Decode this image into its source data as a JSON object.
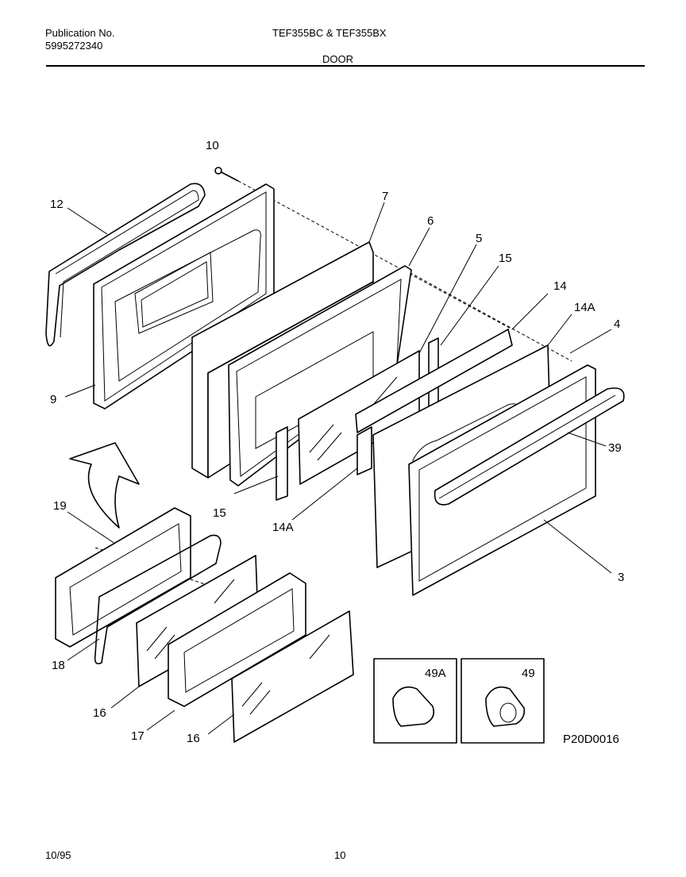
{
  "header": {
    "publication_label": "Publication No.",
    "publication_number": "5995272340",
    "model": "TEF355BC & TEF355BX",
    "section": "DOOR"
  },
  "callouts": {
    "c10": "10",
    "c12": "12",
    "c7": "7",
    "c6": "6",
    "c5": "5",
    "c15a": "15",
    "c14": "14",
    "c14a_top": "14A",
    "c4": "4",
    "c9": "9",
    "c39": "39",
    "c15b": "15",
    "c14a_mid": "14A",
    "c19": "19",
    "c3": "3",
    "c18": "18",
    "c16a": "16",
    "c17": "17",
    "c16b": "16",
    "c49a": "49A",
    "c49": "49"
  },
  "diagram_code": "P20D0016",
  "footer": {
    "date": "10/95",
    "page": "10"
  }
}
